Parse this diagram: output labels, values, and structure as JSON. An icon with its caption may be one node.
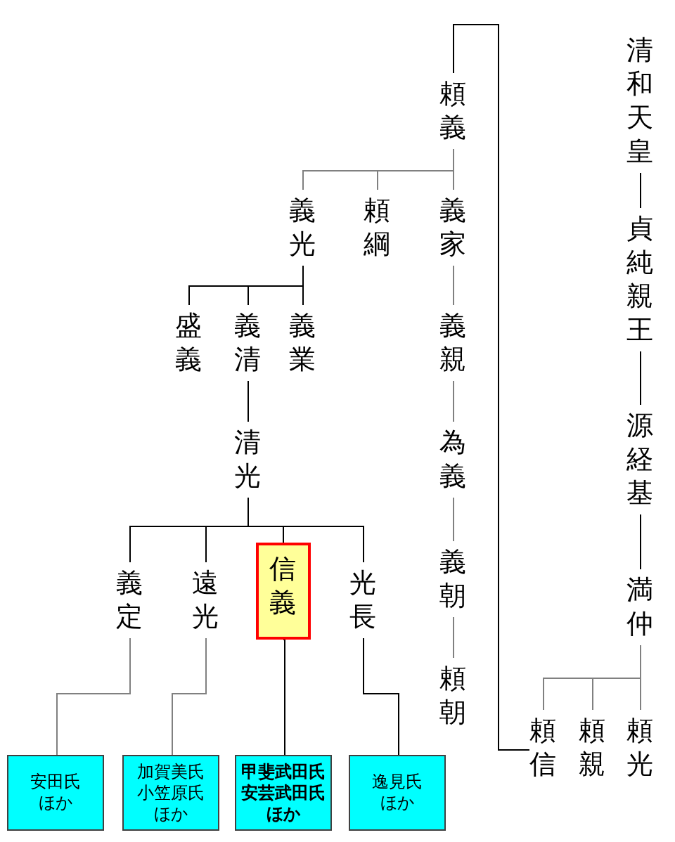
{
  "diagram": {
    "nodes": [
      {
        "text": [
          "清和天皇"
        ]
      },
      {
        "text": [
          "貞純親王"
        ]
      },
      {
        "text": [
          "源経基"
        ]
      },
      {
        "text": [
          "満仲"
        ]
      },
      {
        "text": [
          "頼信"
        ]
      },
      {
        "text": [
          "頼親"
        ]
      },
      {
        "text": [
          "頼光"
        ]
      },
      {
        "text": [
          "頼義"
        ]
      },
      {
        "text": [
          "義光"
        ]
      },
      {
        "text": [
          "頼綱"
        ]
      },
      {
        "text": [
          "義家"
        ]
      },
      {
        "text": [
          "盛義"
        ]
      },
      {
        "text": [
          "義清"
        ]
      },
      {
        "text": [
          "義業"
        ]
      },
      {
        "text": [
          "義親"
        ]
      },
      {
        "text": [
          "清光"
        ]
      },
      {
        "text": [
          "為義"
        ]
      },
      {
        "text": [
          "義定"
        ]
      },
      {
        "text": [
          "遠光"
        ]
      },
      {
        "text": [
          "信義"
        ]
      },
      {
        "text": [
          "光長"
        ]
      },
      {
        "text": [
          "義朝"
        ]
      },
      {
        "text": [
          "頼朝"
        ]
      },
      {
        "text": [
          "安田氏",
          "ほか"
        ]
      },
      {
        "text": [
          "加賀美氏",
          "小笠原氏",
          "ほか"
        ]
      },
      {
        "text": [
          "甲斐武田氏",
          "安芸武田氏",
          "ほか"
        ]
      },
      {
        "text": [
          "逸見氏",
          "ほか"
        ]
      }
    ],
    "edges": [
      {
        "from": 0,
        "to": 1,
        "arrow": "none"
      },
      {
        "from": 1,
        "to": 2,
        "arrow": "none"
      },
      {
        "from": 2,
        "to": 3,
        "arrow": "none"
      },
      {
        "from": 3,
        "to": 4,
        "arrow": "none",
        "color": "#808080"
      },
      {
        "from": 3,
        "to": 5,
        "arrow": "none",
        "color": "#808080"
      },
      {
        "from": 3,
        "to": 6,
        "arrow": "none",
        "color": "#808080"
      },
      {
        "from": 4,
        "to": 7,
        "arrow": "none"
      },
      {
        "from": 7,
        "to": 8,
        "arrow": "none",
        "color": "#808080"
      },
      {
        "from": 7,
        "to": 9,
        "arrow": "none",
        "color": "#808080"
      },
      {
        "from": 7,
        "to": 10,
        "arrow": "none",
        "color": "#808080"
      },
      {
        "from": 8,
        "to": 11,
        "arrow": "none"
      },
      {
        "from": 8,
        "to": 12,
        "arrow": "none"
      },
      {
        "from": 8,
        "to": 13,
        "arrow": "none"
      },
      {
        "from": 10,
        "to": 14,
        "arrow": "none",
        "color": "#808080"
      },
      {
        "from": 12,
        "to": 15,
        "arrow": "none"
      },
      {
        "from": 14,
        "to": 16,
        "arrow": "none",
        "color": "#808080"
      },
      {
        "from": 15,
        "to": 17,
        "arrow": "none"
      },
      {
        "from": 15,
        "to": 18,
        "arrow": "none"
      },
      {
        "from": 15,
        "to": 19,
        "arrow": "none"
      },
      {
        "from": 15,
        "to": 20,
        "arrow": "none"
      },
      {
        "from": 16,
        "to": 21,
        "arrow": "none",
        "color": "#808080"
      },
      {
        "from": 21,
        "to": 22,
        "arrow": "none",
        "color": "#808080"
      },
      {
        "from": 17,
        "to": 23,
        "arrow": "none",
        "color": "#808080"
      },
      {
        "from": 18,
        "to": 24,
        "arrow": "none",
        "color": "#808080"
      },
      {
        "from": 19,
        "to": 25,
        "arrow": "none"
      },
      {
        "from": 20,
        "to": 26,
        "arrow": "none"
      }
    ]
  }
}
